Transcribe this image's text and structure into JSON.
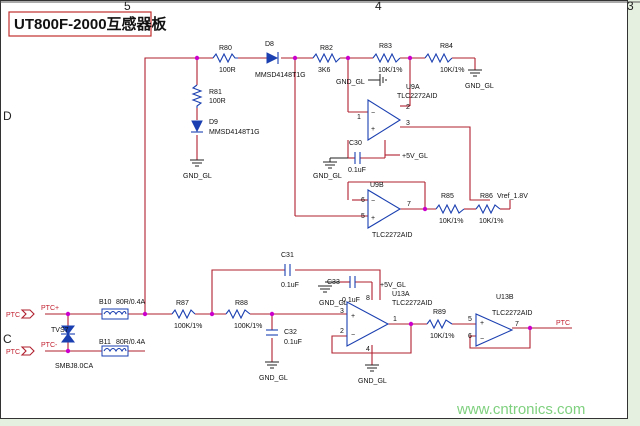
{
  "title": "UT800F-2000互感器板",
  "grid": {
    "top": [
      "5",
      "4",
      "3"
    ],
    "left": [
      "D",
      "C"
    ]
  },
  "watermark": "www.cntronics.com",
  "components": {
    "R80": {
      "ref": "R80",
      "val": "100R"
    },
    "D8": {
      "ref": "D8",
      "val": "MMSD4148T1G"
    },
    "R82": {
      "ref": "R82",
      "val": "3K6"
    },
    "R83": {
      "ref": "R83",
      "val": "10K/1%"
    },
    "R84": {
      "ref": "R84",
      "val": "10K/1%"
    },
    "R81": {
      "ref": "R81",
      "val": "100R"
    },
    "D9": {
      "ref": "D9",
      "val": "MMSD4148T1G"
    },
    "U9A": {
      "ref": "U9A",
      "val": "TLC2272AID"
    },
    "C30": {
      "ref": "C30",
      "val": "0.1uF"
    },
    "U9B": {
      "ref": "U9B",
      "val": "TLC2272AID"
    },
    "R85": {
      "ref": "R85",
      "val": "10K/1%"
    },
    "R86": {
      "ref": "R86",
      "val": "10K/1%"
    },
    "B10": {
      "ref": "B10",
      "val": "80R/0.4A"
    },
    "B11": {
      "ref": "B11",
      "val": "80R/0.4A"
    },
    "R87": {
      "ref": "R87",
      "val": "100K/1%"
    },
    "R88": {
      "ref": "R88",
      "val": "100K/1%"
    },
    "C31": {
      "ref": "C31",
      "val": "0.1uF"
    },
    "C32": {
      "ref": "C32",
      "val": "0.1uF"
    },
    "C33": {
      "ref": "C33",
      "val": "0.1uF"
    },
    "U13A": {
      "ref": "U13A",
      "val": "TLC2272AID"
    },
    "R89": {
      "ref": "R89",
      "val": "10K/1%"
    },
    "U13B": {
      "ref": "U13B",
      "val": "TLC2272AID"
    },
    "TVS7": {
      "ref": "TVS7",
      "val": "SMBJ8.0CA"
    }
  },
  "nets": {
    "gnd": "GND_GL",
    "vref": "Vref_1.8V",
    "p5v": "+5V_GL",
    "ptcp": "PTC+",
    "ptcm": "PTC-",
    "ptc": "PTC",
    "ptc_left": "PTC"
  },
  "pins": {
    "p1": "1",
    "p2": "2",
    "p3": "3",
    "p4": "4",
    "p5": "5",
    "p6": "6",
    "p7": "7",
    "p8": "8"
  }
}
